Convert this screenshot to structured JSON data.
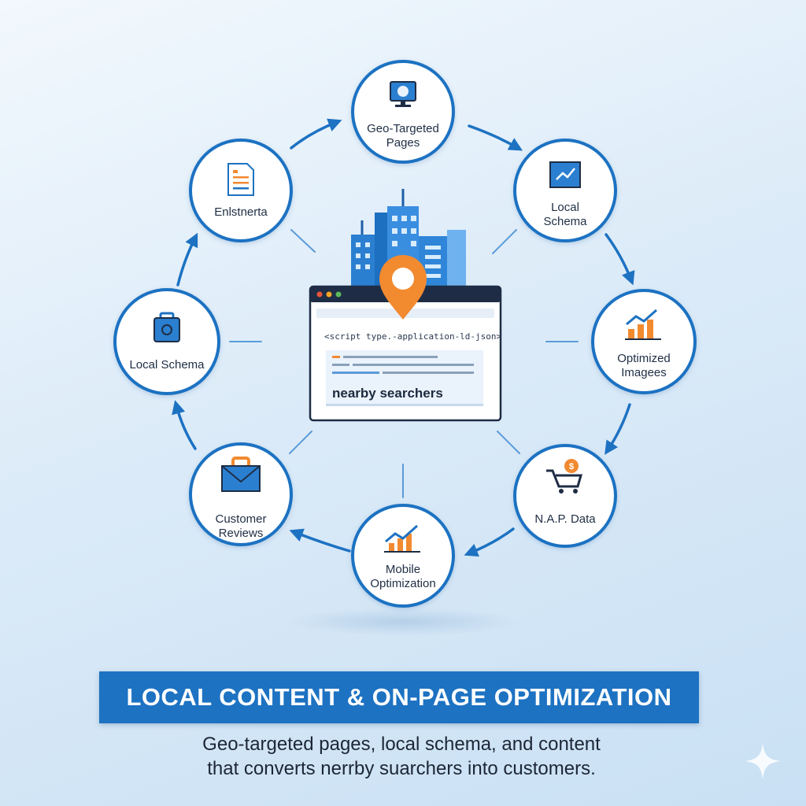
{
  "center": {
    "code_line": "<script type.-application-ld-json>",
    "highlight": "nearby searchers"
  },
  "nodes": [
    {
      "id": "geo-targeted-pages",
      "lines": [
        "Geo-Targeted",
        "Pages"
      ],
      "icon": "monitor-icon"
    },
    {
      "id": "local-schema-top",
      "lines": [
        "Local",
        "Schema"
      ],
      "icon": "chart-chip-icon"
    },
    {
      "id": "optimized-images",
      "lines": [
        "Optimized",
        "Imagees"
      ],
      "icon": "bar-chart-icon"
    },
    {
      "id": "nap-data",
      "lines": [
        "N.A.P. Data"
      ],
      "icon": "shopping-cart-icon"
    },
    {
      "id": "mobile-optimization",
      "lines": [
        "Mobile",
        "Optimization"
      ],
      "icon": "growth-chart-icon"
    },
    {
      "id": "customer-reviews",
      "lines": [
        "Customer",
        "Reviews"
      ],
      "icon": "envelope-icon"
    },
    {
      "id": "local-schema-left",
      "lines": [
        "Local Schema"
      ],
      "icon": "briefcase-icon"
    },
    {
      "id": "enlstnerta",
      "lines": [
        "Enlstnerta"
      ],
      "icon": "document-icon"
    }
  ],
  "title": "LOCAL CONTENT & ON-PAGE OPTIMIZATION",
  "subtitle": {
    "line1": "Geo-targeted pages, local schema, and content",
    "line2": "that converts nerrby suarchers into customers."
  },
  "colors": {
    "primary": "#1d72c2",
    "accent": "#f28a30",
    "ink": "#1f2e44"
  }
}
